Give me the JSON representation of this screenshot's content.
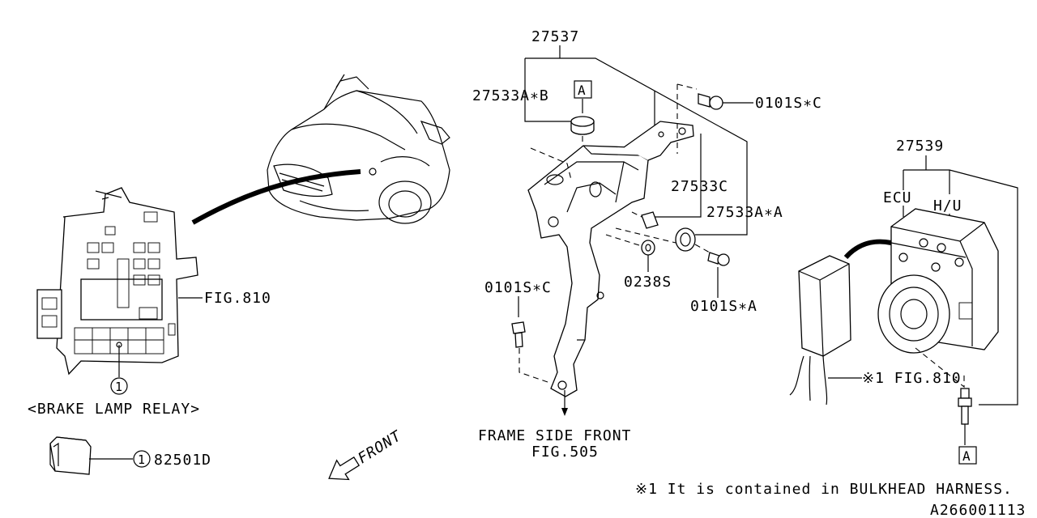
{
  "labels": {
    "p27537": "27537",
    "p27533AB": "27533A∗B",
    "p0101SC_top": "0101S∗C",
    "p27533C": "27533C",
    "p27533AA": "27533A∗A",
    "p0238S": "0238S",
    "p0101SA": "0101S∗A",
    "p0101SC_left": "0101S∗C",
    "frame_side_front": "FRAME SIDE FRONT",
    "fig505": "FIG.505",
    "fig810_fuse": "FIG.810",
    "callout_1": "1",
    "brake_lamp_relay": "<BRAKE LAMP RELAY>",
    "callout_1_relay": "1",
    "p82501D": "82501D",
    "front": "FRONT",
    "p27539": "27539",
    "ecu": "ECU",
    "hu": "H/U",
    "ref_A_top": "A",
    "ref_A_bottom": "A",
    "fig810_note": "※1 FIG.810",
    "footnote": "※1 It is contained in BULKHEAD HARNESS.",
    "diagram_id": "A266001113"
  }
}
